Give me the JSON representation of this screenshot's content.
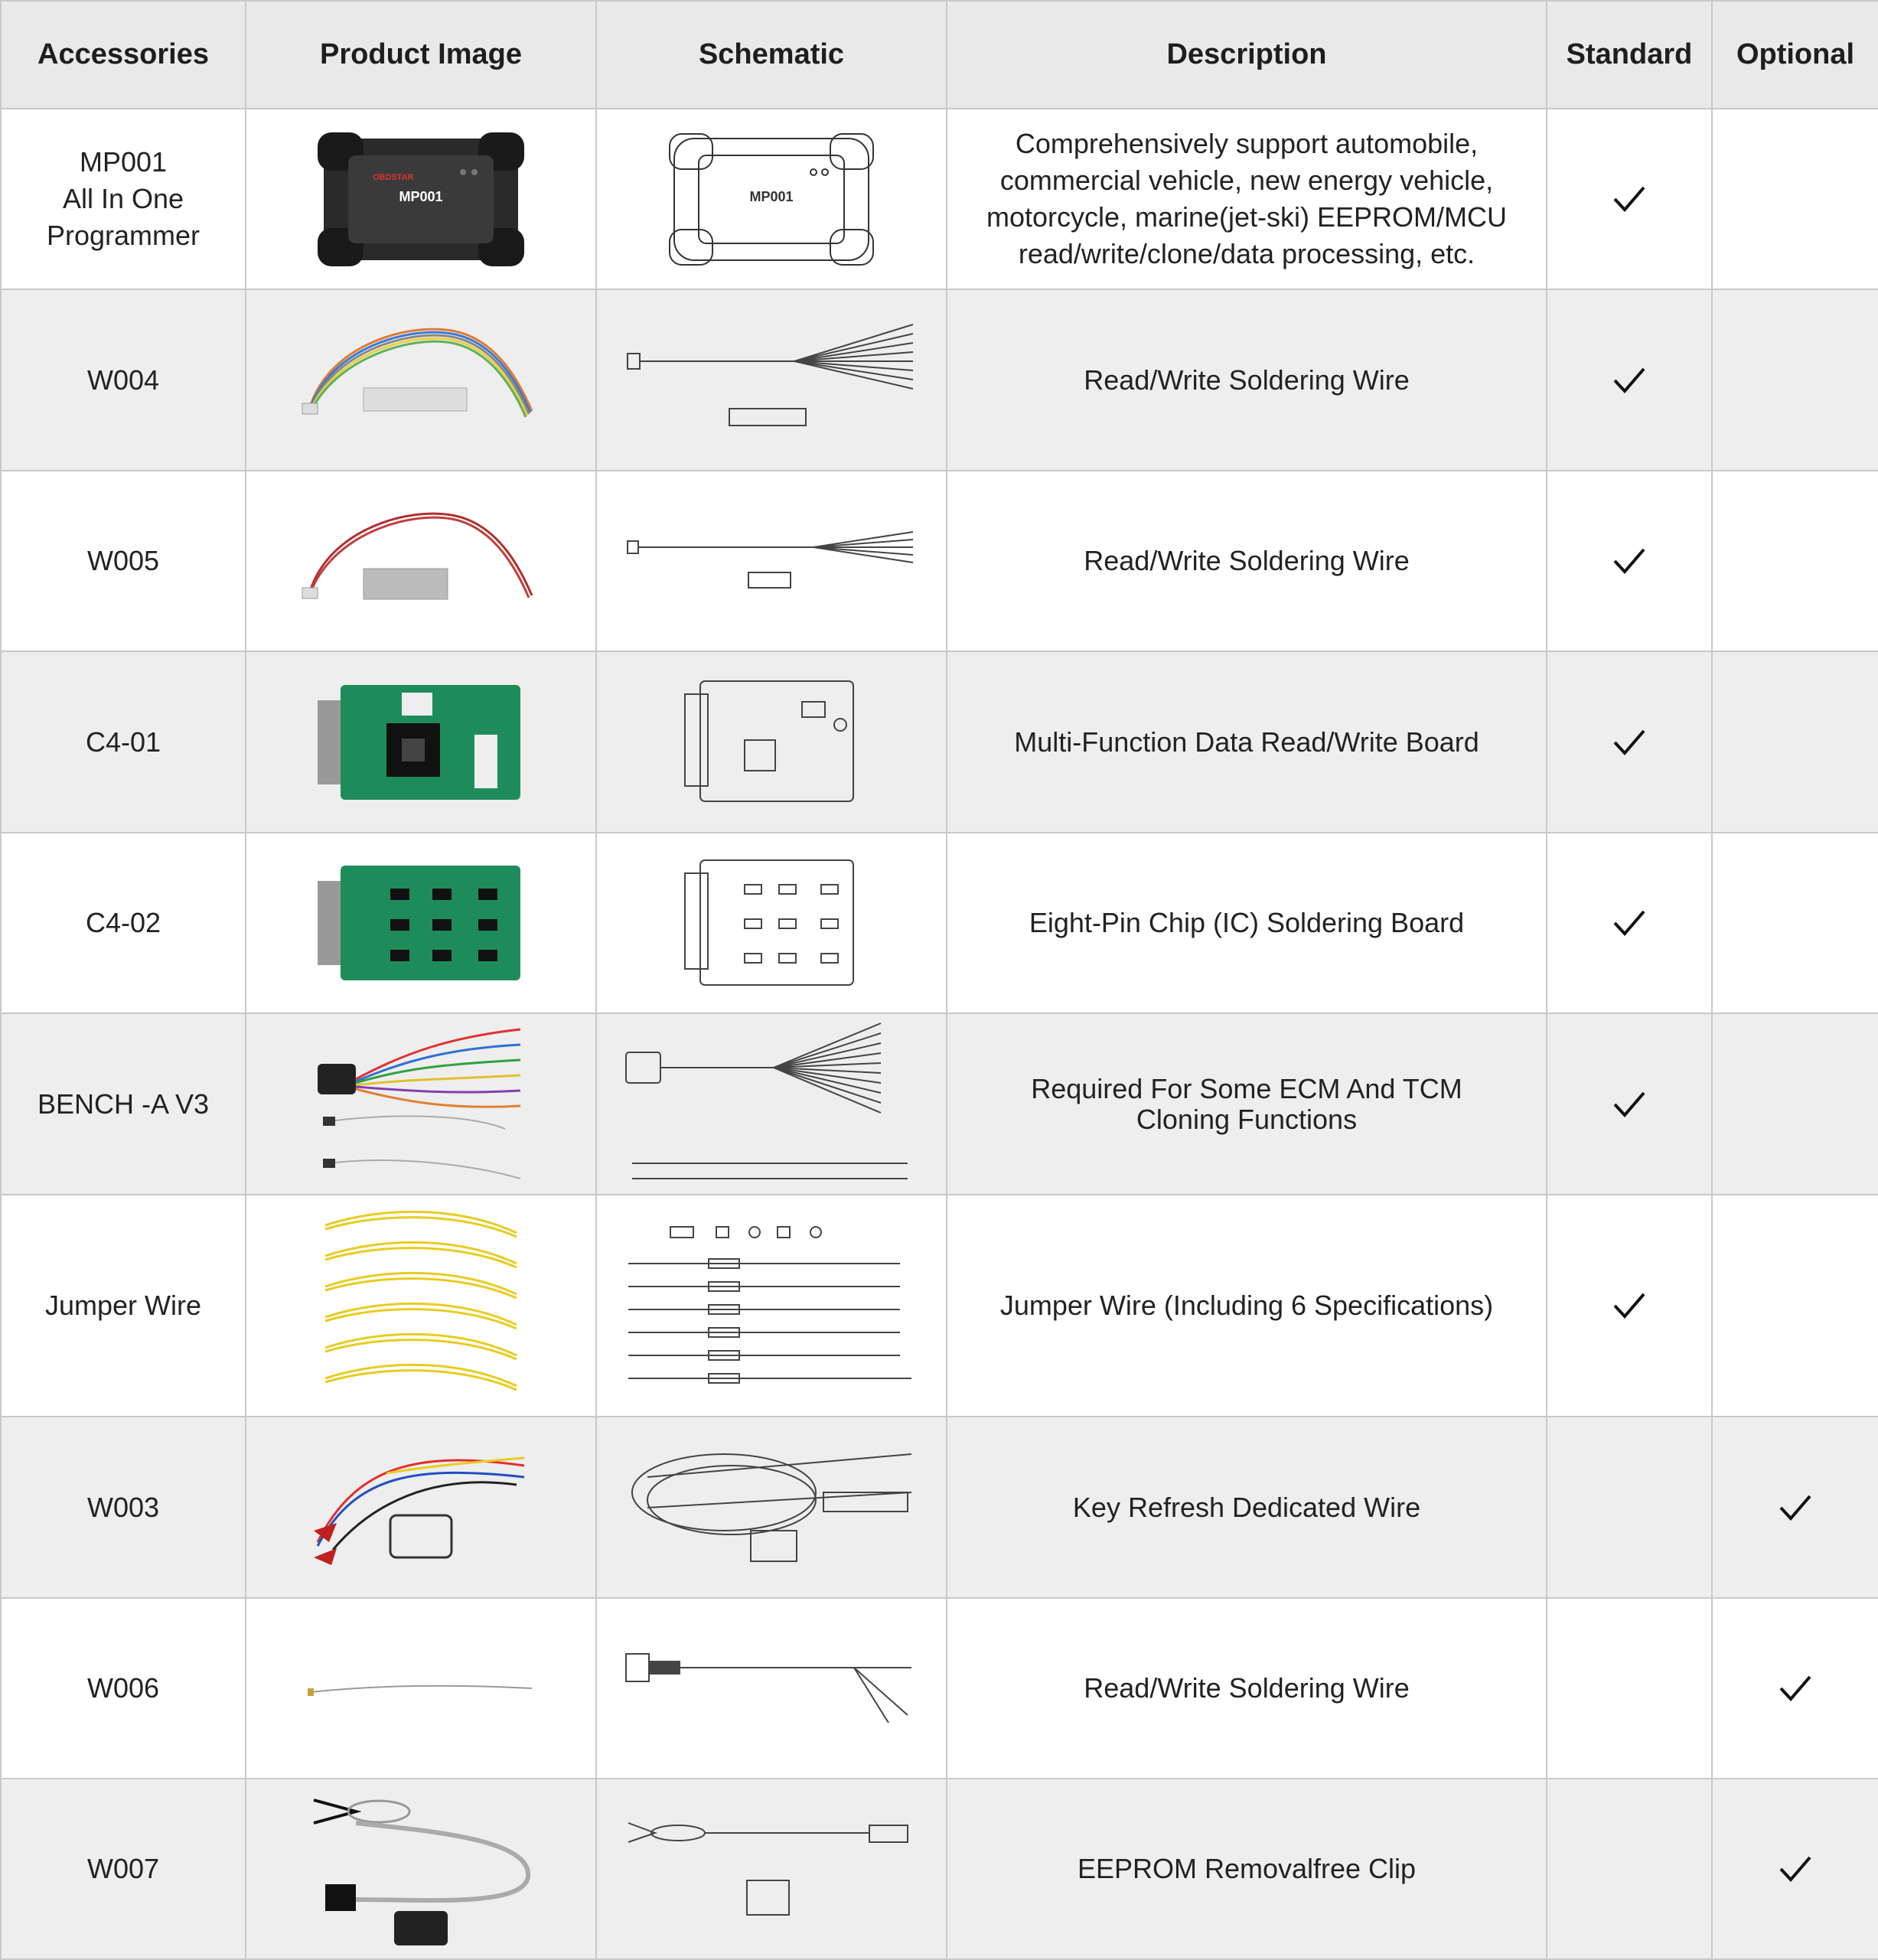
{
  "headers": {
    "accessories": "Accessories",
    "product_image": "Product Image",
    "schematic": "Schematic",
    "description": "Description",
    "standard": "Standard",
    "optional": "Optional"
  },
  "rows": [
    {
      "name_lines": [
        "MP001",
        "All In One",
        "Programmer"
      ],
      "description": "Comprehensively support automobile, commercial vehicle, new energy vehicle, motorcycle, marine(jet-ski) EEPROM/MCU read/write/clone/data processing, etc.",
      "image_text": "MP001",
      "standard": true,
      "optional": false
    },
    {
      "name": "W004",
      "description": "Read/Write Soldering Wire",
      "standard": true,
      "optional": false
    },
    {
      "name": "W005",
      "description": "Read/Write Soldering Wire",
      "standard": true,
      "optional": false
    },
    {
      "name": "C4-01",
      "description": "Multi-Function Data Read/Write Board",
      "standard": true,
      "optional": false
    },
    {
      "name": "C4-02",
      "description": "Eight-Pin Chip (IC) Soldering Board",
      "standard": true,
      "optional": false
    },
    {
      "name": "BENCH -A V3",
      "description": "Required For Some ECM And TCM Cloning Functions",
      "standard": true,
      "optional": false
    },
    {
      "name": "Jumper Wire",
      "description": "Jumper Wire (Including 6 Specifications)",
      "standard": true,
      "optional": false
    },
    {
      "name": "W003",
      "description": "Key Refresh Dedicated Wire",
      "standard": false,
      "optional": true
    },
    {
      "name": "W006",
      "description": "Read/Write Soldering Wire",
      "standard": false,
      "optional": true
    },
    {
      "name": "W007",
      "description": "EEPROM Removalfree Clip",
      "standard": false,
      "optional": true
    }
  ]
}
